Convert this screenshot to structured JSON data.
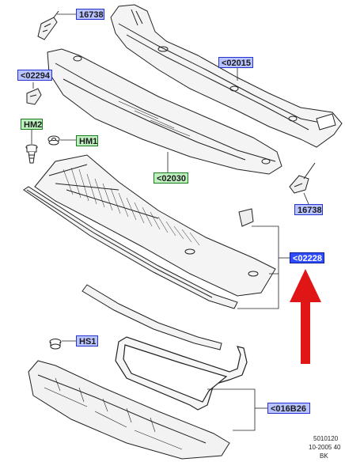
{
  "callouts": {
    "c16738_top": "16738",
    "c02294": "<02294",
    "c02015": "<02015",
    "hm2": "HM2",
    "hm1": "HM1",
    "c02030": "<02030",
    "c16738_right": "16738",
    "c02228": "<02228",
    "hs1": "HS1",
    "c016b26": "<016B26"
  },
  "footer": {
    "line1": "5010120",
    "line2": "10-2005 40",
    "line3": "BK"
  },
  "colors": {
    "label_blue_fill": "#b9c3ff",
    "label_green_fill": "#bff0bf",
    "label_selected_fill": "#2f4cff",
    "arrow": "#e01515"
  }
}
